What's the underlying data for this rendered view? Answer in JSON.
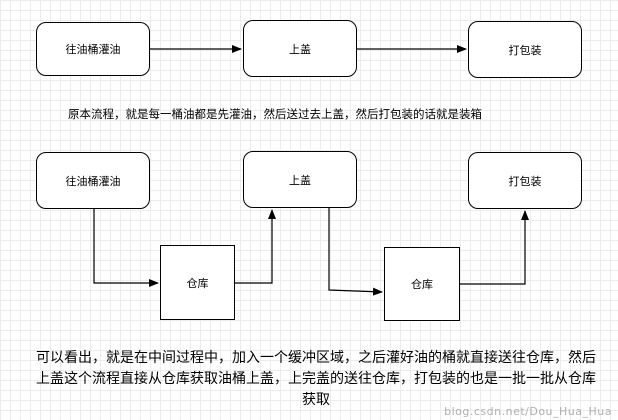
{
  "flow_original": {
    "step1": "往油桶灌油",
    "step2": "上盖",
    "step3": "打包装"
  },
  "caption_original": "原本流程，就是每一桶油都是先灌油，然后送过去上盖，然后打包装的话就是装箱",
  "flow_buffered": {
    "step1": "往油桶灌油",
    "step2": "上盖",
    "step3": "打包装",
    "warehouse1": "仓库",
    "warehouse2": "仓库"
  },
  "explanation": "可以看出，就是在中间过程中，加入一个缓冲区域，之后灌好油的桶就直接送往仓库，然后上盖这个流程直接从仓库获取油桶上盖，上完盖的送往仓库，打包装的也是一批一批从仓库获取",
  "watermark": "blog.csdn.net/Dou_Hua_Hua"
}
